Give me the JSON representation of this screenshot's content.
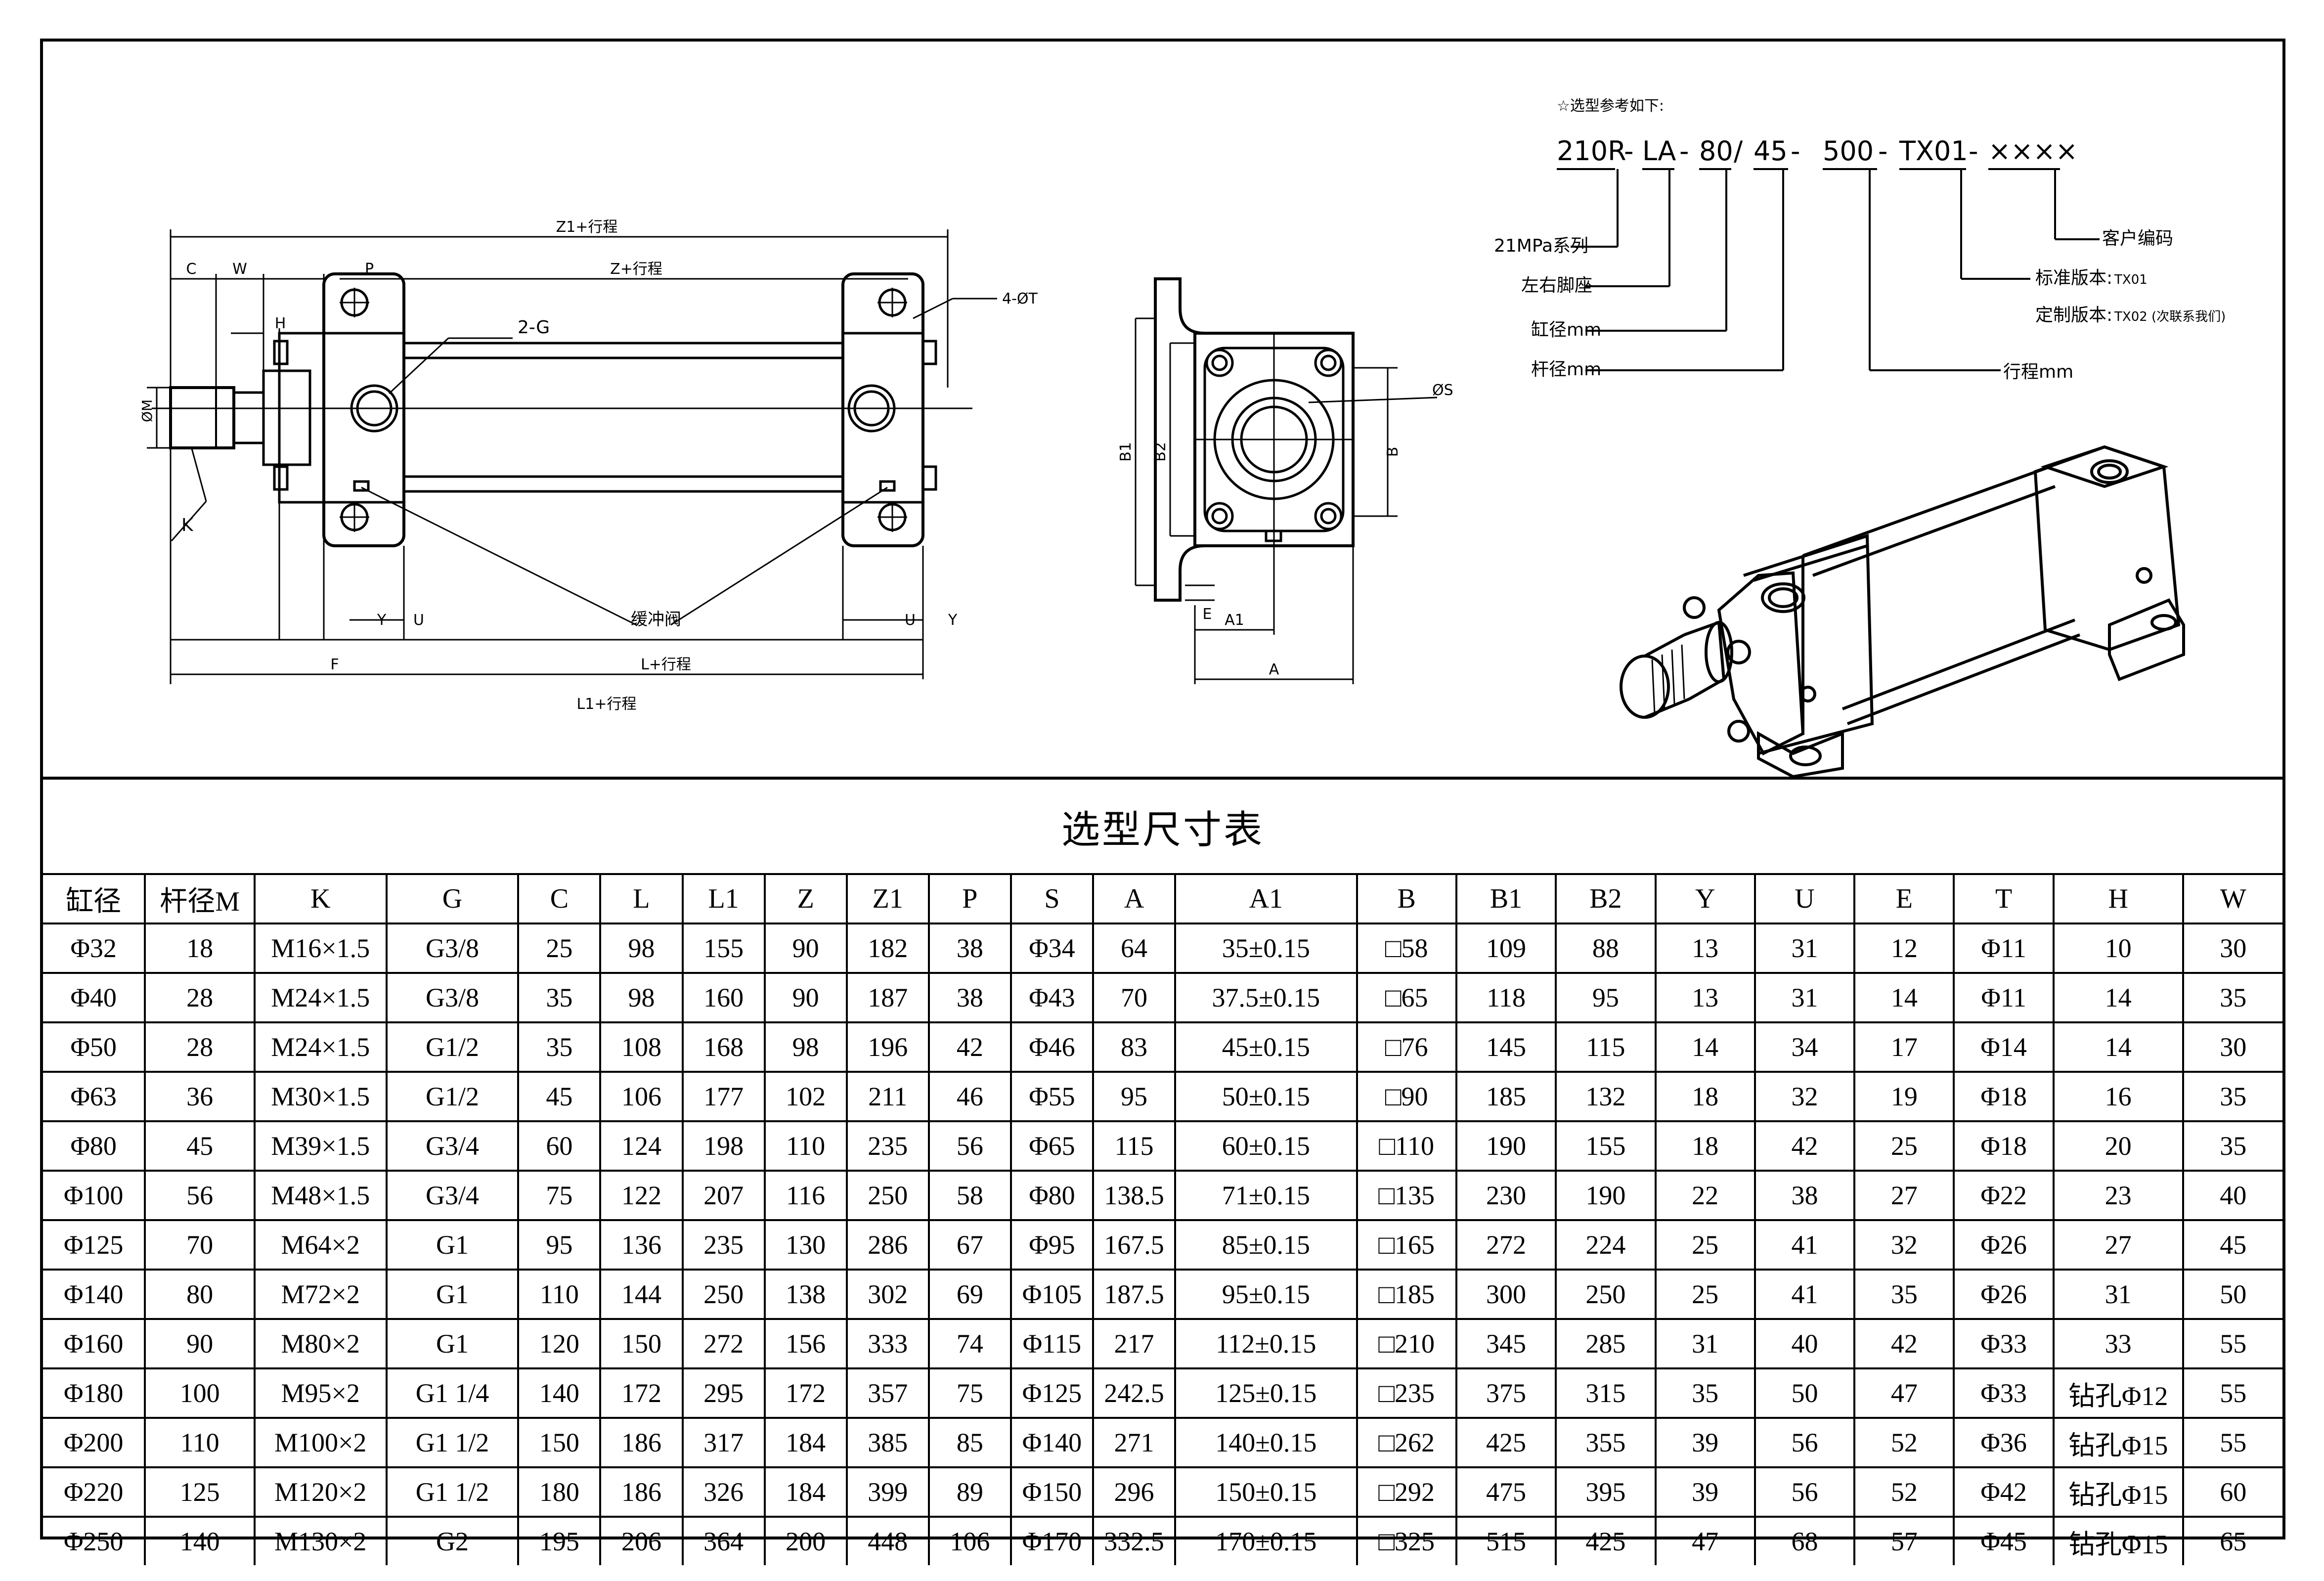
{
  "drawing": {
    "side_view_labels": {
      "z1_stroke": "Z1+行程",
      "z_stroke": "Z+行程",
      "c": "C",
      "w": "W",
      "p": "P",
      "h": "H",
      "port": "2-G",
      "mount_holes": "4-ØT",
      "rod_dia": "ØM",
      "k": "K",
      "y_left": "Y",
      "u_left": "U",
      "u_right": "U",
      "y_right": "Y",
      "cushion_valve": "缓冲阀",
      "f": "F",
      "l_stroke": "L+行程",
      "l1_stroke": "L1+行程"
    },
    "end_view_labels": {
      "s": "ØS",
      "b1": "B1",
      "b2": "B2",
      "b": "B",
      "e": "E",
      "a1": "A1",
      "a": "A"
    },
    "model_code": {
      "heading": "☆选型参考如下:",
      "segments": [
        "210R",
        "-",
        "LA",
        "-",
        "80",
        "/",
        "45",
        "-",
        "500",
        "-",
        "TX01",
        "-",
        "××××"
      ],
      "series": "21MPa系列",
      "mount": "左右脚座",
      "bore": "缸径mm",
      "rod": "杆径mm",
      "stroke": "行程mm",
      "standard_version": "标准版本:",
      "standard_code": "TX01",
      "custom_version": "定制版本:",
      "custom_code": "TX02 (次联系我们)",
      "customer_code": "客户编码"
    }
  },
  "table": {
    "title": "选型尺寸表",
    "headers": [
      "缸径",
      "杆径M",
      "K",
      "G",
      "C",
      "L",
      "L1",
      "Z",
      "Z1",
      "P",
      "S",
      "A",
      "A1",
      "B",
      "B1",
      "B2",
      "Y",
      "U",
      "E",
      "T",
      "H",
      "W"
    ],
    "rows": [
      [
        "Φ32",
        "18",
        "M16×1.5",
        "G3/8",
        "25",
        "98",
        "155",
        "90",
        "182",
        "38",
        "Φ34",
        "64",
        "35±0.15",
        "□58",
        "109",
        "88",
        "13",
        "31",
        "12",
        "Φ11",
        "10",
        "30"
      ],
      [
        "Φ40",
        "28",
        "M24×1.5",
        "G3/8",
        "35",
        "98",
        "160",
        "90",
        "187",
        "38",
        "Φ43",
        "70",
        "37.5±0.15",
        "□65",
        "118",
        "95",
        "13",
        "31",
        "14",
        "Φ11",
        "14",
        "35"
      ],
      [
        "Φ50",
        "28",
        "M24×1.5",
        "G1/2",
        "35",
        "108",
        "168",
        "98",
        "196",
        "42",
        "Φ46",
        "83",
        "45±0.15",
        "□76",
        "145",
        "115",
        "14",
        "34",
        "17",
        "Φ14",
        "14",
        "30"
      ],
      [
        "Φ63",
        "36",
        "M30×1.5",
        "G1/2",
        "45",
        "106",
        "177",
        "102",
        "211",
        "46",
        "Φ55",
        "95",
        "50±0.15",
        "□90",
        "185",
        "132",
        "18",
        "32",
        "19",
        "Φ18",
        "16",
        "35"
      ],
      [
        "Φ80",
        "45",
        "M39×1.5",
        "G3/4",
        "60",
        "124",
        "198",
        "110",
        "235",
        "56",
        "Φ65",
        "115",
        "60±0.15",
        "□110",
        "190",
        "155",
        "18",
        "42",
        "25",
        "Φ18",
        "20",
        "35"
      ],
      [
        "Φ100",
        "56",
        "M48×1.5",
        "G3/4",
        "75",
        "122",
        "207",
        "116",
        "250",
        "58",
        "Φ80",
        "138.5",
        "71±0.15",
        "□135",
        "230",
        "190",
        "22",
        "38",
        "27",
        "Φ22",
        "23",
        "40"
      ],
      [
        "Φ125",
        "70",
        "M64×2",
        "G1",
        "95",
        "136",
        "235",
        "130",
        "286",
        "67",
        "Φ95",
        "167.5",
        "85±0.15",
        "□165",
        "272",
        "224",
        "25",
        "41",
        "32",
        "Φ26",
        "27",
        "45"
      ],
      [
        "Φ140",
        "80",
        "M72×2",
        "G1",
        "110",
        "144",
        "250",
        "138",
        "302",
        "69",
        "Φ105",
        "187.5",
        "95±0.15",
        "□185",
        "300",
        "250",
        "25",
        "41",
        "35",
        "Φ26",
        "31",
        "50"
      ],
      [
        "Φ160",
        "90",
        "M80×2",
        "G1",
        "120",
        "150",
        "272",
        "156",
        "333",
        "74",
        "Φ115",
        "217",
        "112±0.15",
        "□210",
        "345",
        "285",
        "31",
        "40",
        "42",
        "Φ33",
        "33",
        "55"
      ],
      [
        "Φ180",
        "100",
        "M95×2",
        "G1 1/4",
        "140",
        "172",
        "295",
        "172",
        "357",
        "75",
        "Φ125",
        "242.5",
        "125±0.15",
        "□235",
        "375",
        "315",
        "35",
        "50",
        "47",
        "Φ33",
        "钻孔Φ12",
        "55"
      ],
      [
        "Φ200",
        "110",
        "M100×2",
        "G1 1/2",
        "150",
        "186",
        "317",
        "184",
        "385",
        "85",
        "Φ140",
        "271",
        "140±0.15",
        "□262",
        "425",
        "355",
        "39",
        "56",
        "52",
        "Φ36",
        "钻孔Φ15",
        "55"
      ],
      [
        "Φ220",
        "125",
        "M120×2",
        "G1 1/2",
        "180",
        "186",
        "326",
        "184",
        "399",
        "89",
        "Φ150",
        "296",
        "150±0.15",
        "□292",
        "475",
        "395",
        "39",
        "56",
        "52",
        "Φ42",
        "钻孔Φ15",
        "60"
      ],
      [
        "Φ250",
        "140",
        "M130×2",
        "G2",
        "195",
        "206",
        "364",
        "200",
        "448",
        "106",
        "Φ170",
        "332.5",
        "170±0.15",
        "□325",
        "515",
        "425",
        "47",
        "68",
        "57",
        "Φ45",
        "钻孔Φ15",
        "65"
      ]
    ]
  }
}
